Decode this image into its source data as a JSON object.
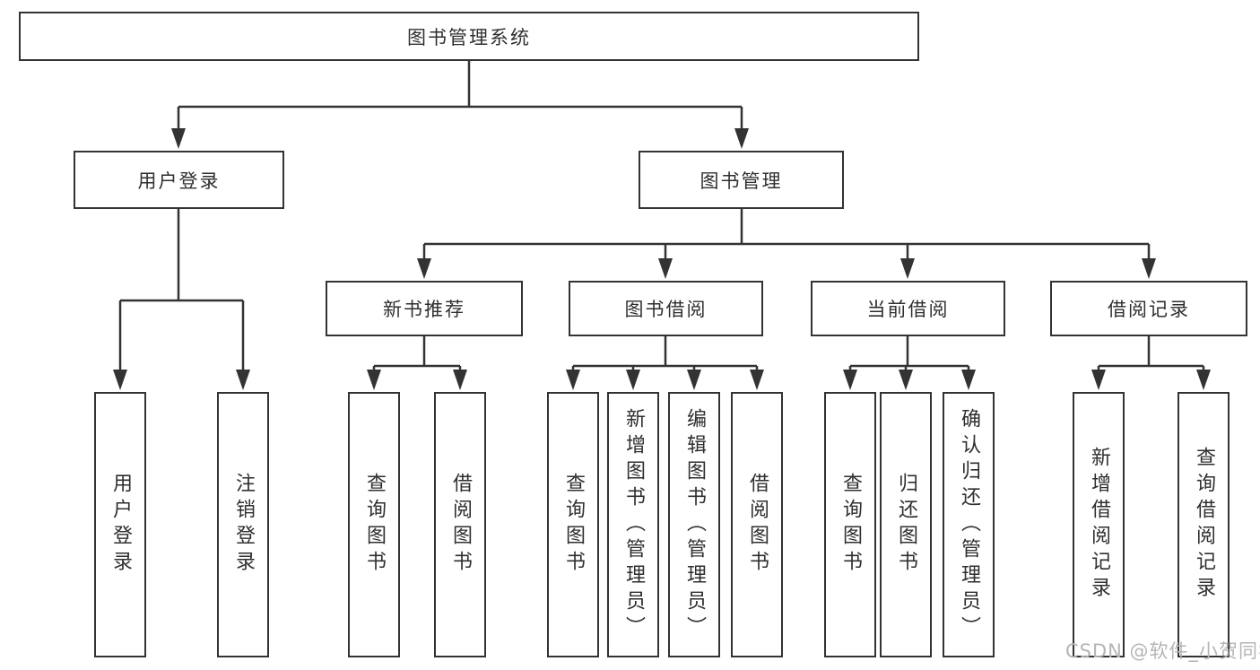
{
  "diagram": {
    "title": "图书管理系统",
    "nodes": {
      "root": "图书管理系统",
      "user_login": "用户登录",
      "book_mgmt": "图书管理",
      "new_book_rec": "新书推荐",
      "book_borrow": "图书借阅",
      "current_borrow": "当前借阅",
      "borrow_records": "借阅记录",
      "login_leaf": "用户登录",
      "logout_leaf": "注销登录",
      "query_book_a": "查询图书",
      "borrow_book_a": "借阅图书",
      "query_book_b": "查询图书",
      "add_book": "新增图书（管理员）",
      "edit_book": "编辑图书（管理员）",
      "borrow_book_b": "借阅图书",
      "query_book_c": "查询图书",
      "return_book": "归还图书",
      "confirm_return": "确认归还（管理员）",
      "add_record": "新增借阅记录",
      "query_record": "查询借阅记录"
    },
    "hierarchy": {
      "图书管理系统": {
        "用户登录": [
          "用户登录",
          "注销登录"
        ],
        "图书管理": {
          "新书推荐": [
            "查询图书",
            "借阅图书"
          ],
          "图书借阅": [
            "查询图书",
            "新增图书（管理员）",
            "编辑图书（管理员）",
            "借阅图书"
          ],
          "当前借阅": [
            "查询图书",
            "归还图书",
            "确认归还（管理员）"
          ],
          "借阅记录": [
            "新增借阅记录",
            "查询借阅记录"
          ]
        }
      }
    }
  },
  "watermark": {
    "text": "CSDN @软件_小贺同学"
  },
  "colors": {
    "line": "#333333",
    "text": "#2f2f2f",
    "background": "#ffffff",
    "watermark": "#b5b5b5"
  }
}
